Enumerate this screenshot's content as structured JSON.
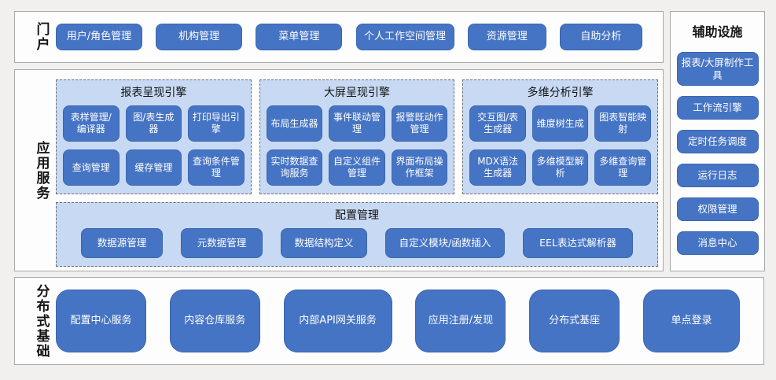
{
  "portal": {
    "label": "门户",
    "items": [
      "用户/角色管理",
      "机构管理",
      "菜单管理",
      "个人工作空间管理",
      "资源管理",
      "自助分析"
    ]
  },
  "app_services": {
    "label": "应用服务",
    "engines": [
      {
        "title": "报表呈现引擎",
        "items": [
          "表样管理/编译器",
          "图/表生成器",
          "打印导出引擎",
          "查询管理",
          "缓存管理",
          "查询条件管理"
        ]
      },
      {
        "title": "大屏呈现引擎",
        "items": [
          "布局生成器",
          "事件联动管理",
          "报警既动作管理",
          "实时数据查询服务",
          "自定义组件管理",
          "界面布局操作框架"
        ]
      },
      {
        "title": "多维分析引擎",
        "items": [
          "交互图/表生成器",
          "维度树生成",
          "图表智能映射",
          "MDX语法生成器",
          "多维模型解析",
          "多维查询管理"
        ]
      }
    ],
    "config": {
      "title": "配置管理",
      "items": [
        "数据源管理",
        "元数据管理",
        "数据结构定义",
        "自定义模块/函数插入",
        "EEL表达式解析器"
      ]
    }
  },
  "distributed": {
    "label": "分布式基础",
    "items": [
      "配置中心服务",
      "内容仓库服务",
      "内部API网关服务",
      "应用注册/发现",
      "分布式基座",
      "单点登录"
    ]
  },
  "auxiliary": {
    "label": "辅助设施",
    "items": [
      "报表/大屏制作工具",
      "工作流引擎",
      "定时任务调度",
      "运行日志",
      "权限管理",
      "消息中心"
    ]
  },
  "colors": {
    "button_blue": "#4674c4",
    "button_border": "#3c66ad",
    "panel_light_blue": "#c8d9f3",
    "page_background": "#f1f0ee",
    "section_background": "#fdfdfd",
    "section_border": "#a9a9a9"
  }
}
